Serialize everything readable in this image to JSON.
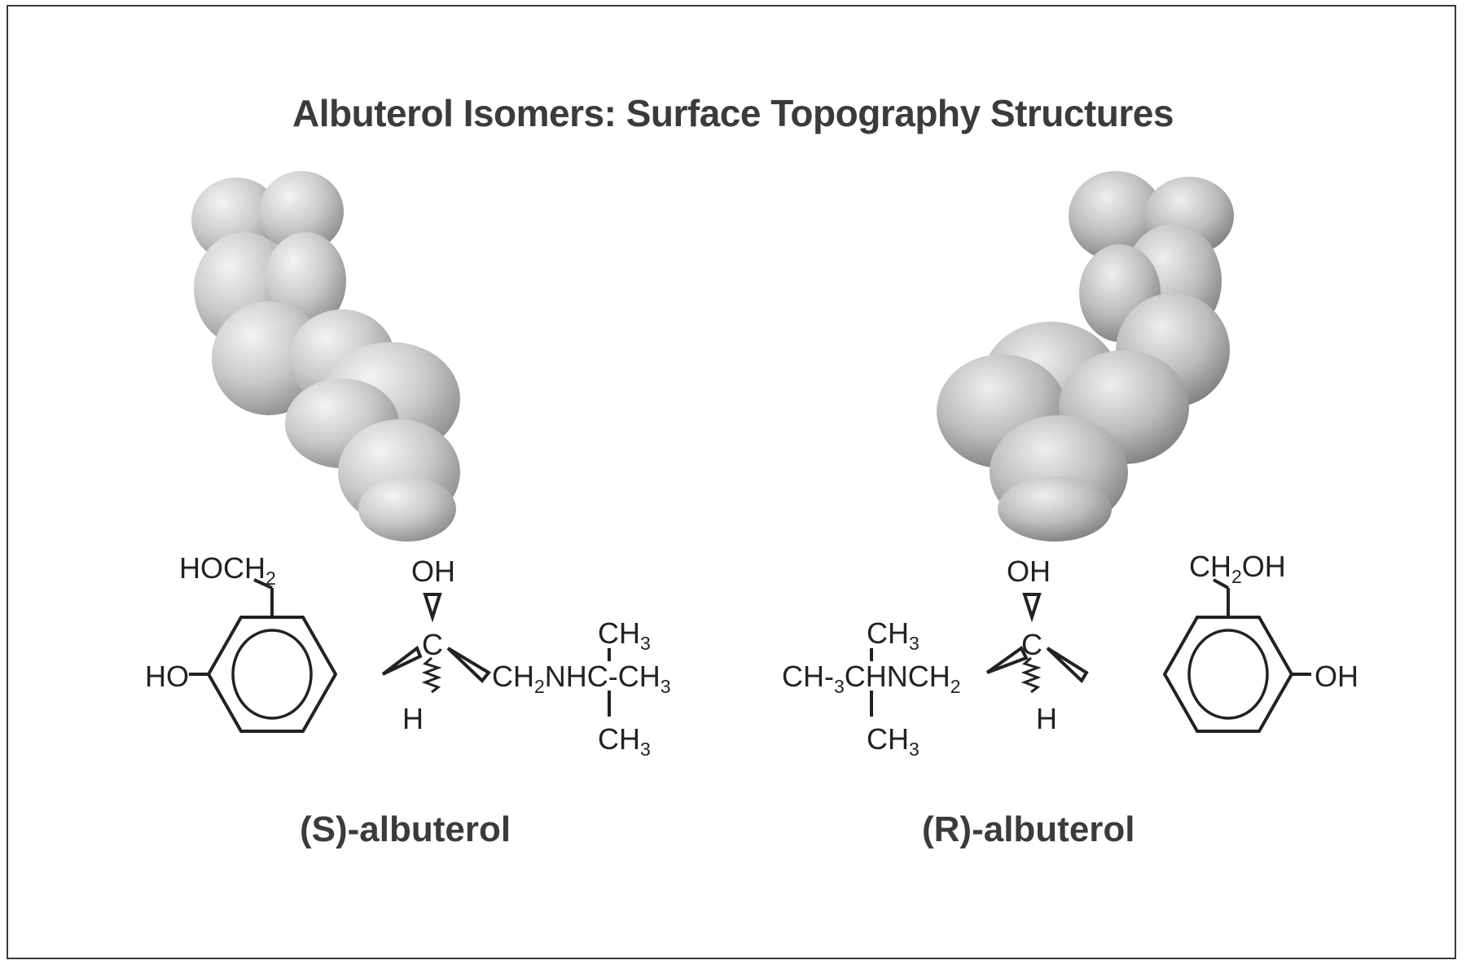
{
  "title": "Albuterol Isomers: Surface Topography Structures",
  "left": {
    "name": "(S)-albuterol",
    "labels": {
      "hoch": "HOCH",
      "hoch_sub": "2",
      "ho": "HO",
      "oh": "OH",
      "c": "C",
      "h": "H",
      "chain": "CH",
      "chain_sub": "2",
      "chain_rest": "NHC-CH",
      "chain_end_sub": "3",
      "top_ch": "CH",
      "top_sub": "3",
      "bot_ch": "CH",
      "bot_sub": "3"
    }
  },
  "right": {
    "name": "(R)-albuterol",
    "labels": {
      "ch2oh_a": "CH",
      "ch2oh_sub": "2",
      "ch2oh_b": "OH",
      "oh_ring": "OH",
      "oh": "OH",
      "c": "C",
      "h": "H",
      "chain_a": "CH-",
      "chain_a_sub": "3",
      "chain_b": "CHNCH",
      "chain_b_sub": "2",
      "top_ch": "CH",
      "top_sub": "3",
      "bot_ch": "CH",
      "bot_sub": "3"
    }
  },
  "colors": {
    "text": "#3b3b3b",
    "bond": "#222222",
    "surface": "#bdbdbd"
  }
}
